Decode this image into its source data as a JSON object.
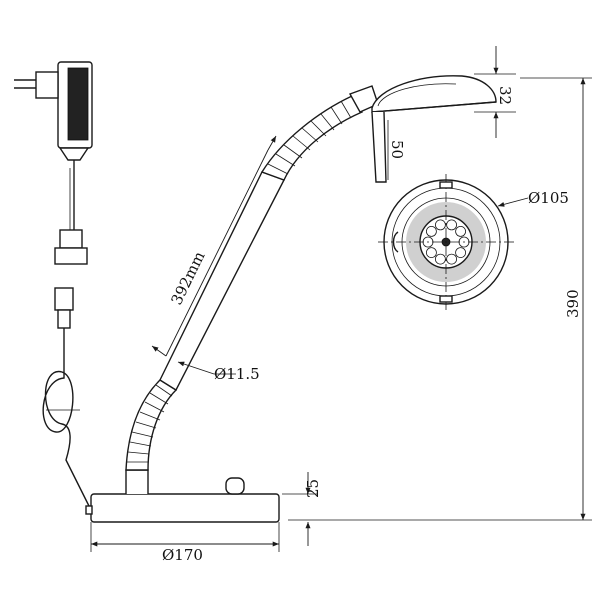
{
  "dimensions": {
    "head_height": "32",
    "head_neck": "50",
    "head_diameter": "Ø105",
    "arm_length": "392mm",
    "tube_diameter": "Ø11.5",
    "total_height": "390",
    "base_height": "25",
    "base_diameter": "Ø170"
  },
  "colors": {
    "line": "#1a1a1a",
    "background": "#ffffff"
  }
}
